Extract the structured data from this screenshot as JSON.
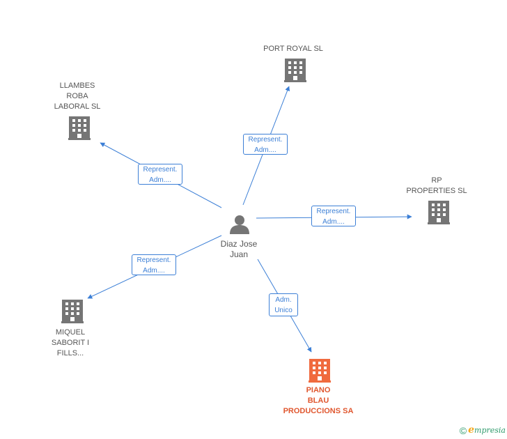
{
  "colors": {
    "edge": "#3c7fd6",
    "building": "#757575",
    "main_building": "#f06a3e",
    "main_label": "#e0572f",
    "person": "#757575"
  },
  "person": {
    "name": "Diaz Jose\nJuan",
    "icon": "person-icon"
  },
  "companies": {
    "port_royal": {
      "label": "PORT ROYAL SL",
      "icon": "building-icon"
    },
    "llambes": {
      "label": "LLAMBES\nROBA\nLABORAL SL",
      "icon": "building-icon"
    },
    "rp": {
      "label": "RP\nPROPERTIES SL",
      "icon": "building-icon"
    },
    "miquel": {
      "label": "MIQUEL\nSABORIT I\nFILLS...",
      "icon": "building-icon"
    },
    "piano": {
      "label": "PIANO\nBLAU\nPRODUCCIONS SA",
      "icon": "building-icon"
    }
  },
  "relations": {
    "port_royal": "Represent.\nAdm....",
    "llambes": "Represent.\nAdm....",
    "rp": "Represent.\nAdm....",
    "miquel": "Represent.\nAdm....",
    "piano": "Adm.\nUnico"
  },
  "footer": {
    "copyright": "©",
    "brand_e": "e",
    "brand_rest": "mpresia"
  }
}
